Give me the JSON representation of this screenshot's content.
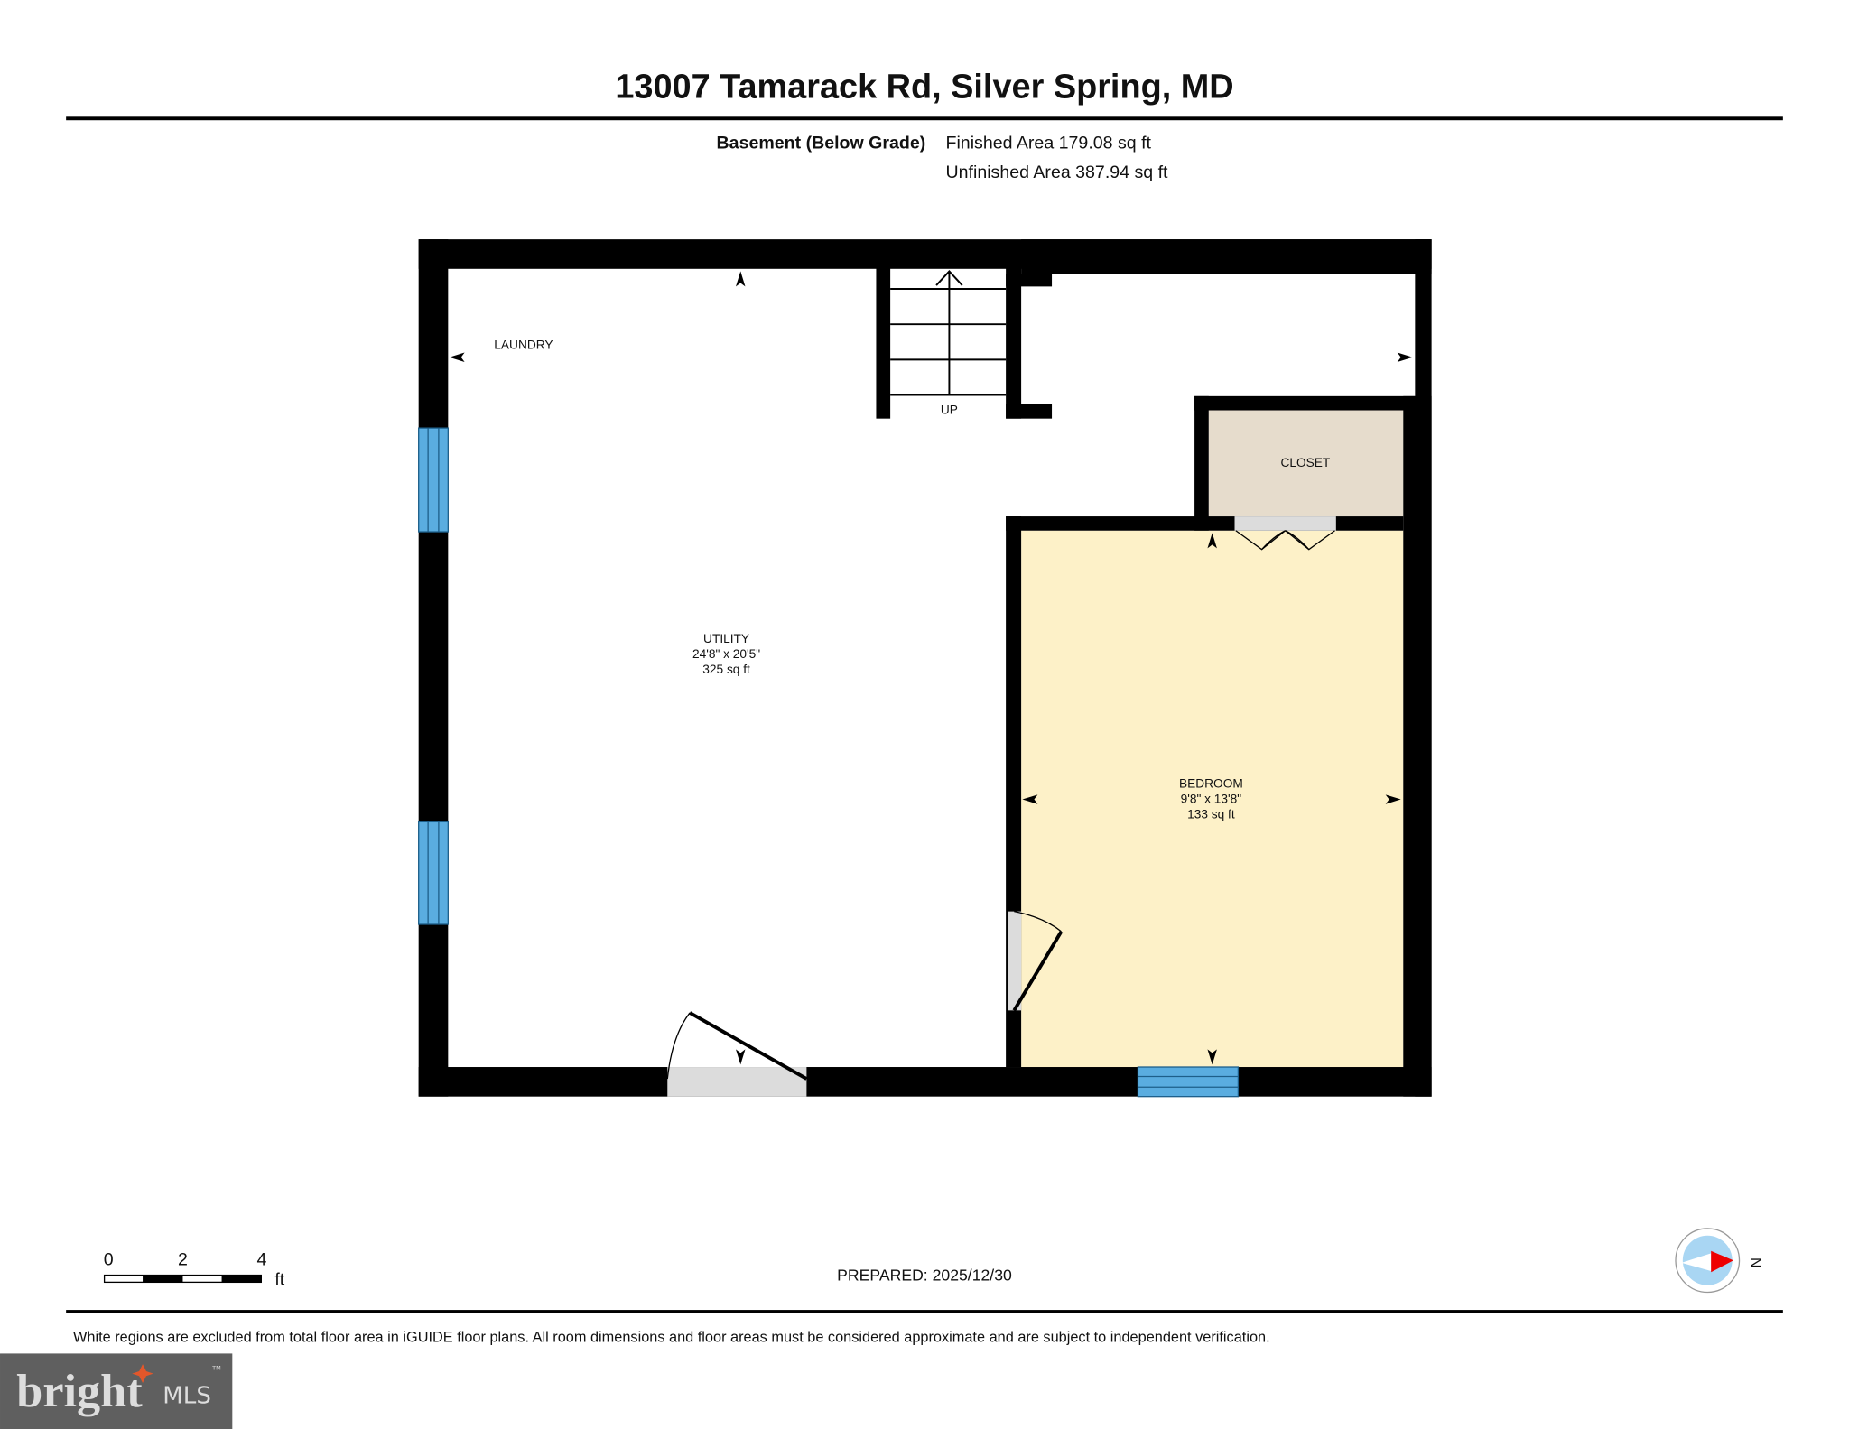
{
  "header": {
    "title": "13007 Tamarack Rd, Silver Spring, MD",
    "floor_label": "Basement (Below Grade)",
    "finished_area": "Finished Area 179.08 sq ft",
    "unfinished_area": "Unfinished Area 387.94 sq ft"
  },
  "rooms": {
    "laundry": {
      "name": "LAUNDRY"
    },
    "utility": {
      "name": "UTILITY",
      "dimensions": "24'8\" x 20'5\"",
      "area": "325 sq ft"
    },
    "stairs": {
      "label": "UP"
    },
    "closet": {
      "name": "CLOSET"
    },
    "bedroom": {
      "name": "BEDROOM",
      "dimensions": "9'8\" x 13'8\"",
      "area": "133 sq ft"
    }
  },
  "scale_bar": {
    "ticks": [
      "0",
      "2",
      "4"
    ],
    "unit": "ft"
  },
  "prepared": "PREPARED: 2025/12/30",
  "compass": {
    "label": "N",
    "icon": "compass-north-icon"
  },
  "disclaimer": "White regions are excluded from total floor area in iGUIDE floor plans. All room dimensions and floor areas must be considered approximate and are subject to independent verification.",
  "logo": {
    "text": "bright",
    "suffix": "MLS",
    "mark": "TM"
  },
  "colors": {
    "wall": "#000000",
    "window": "#5aade0",
    "bedroom_fill": "#fdf1c8",
    "closet_fill": "#e6dccc",
    "door_gap": "#dcdcdc",
    "logo_bg": "#5f5f5f",
    "logo_accent": "#e2572b"
  }
}
